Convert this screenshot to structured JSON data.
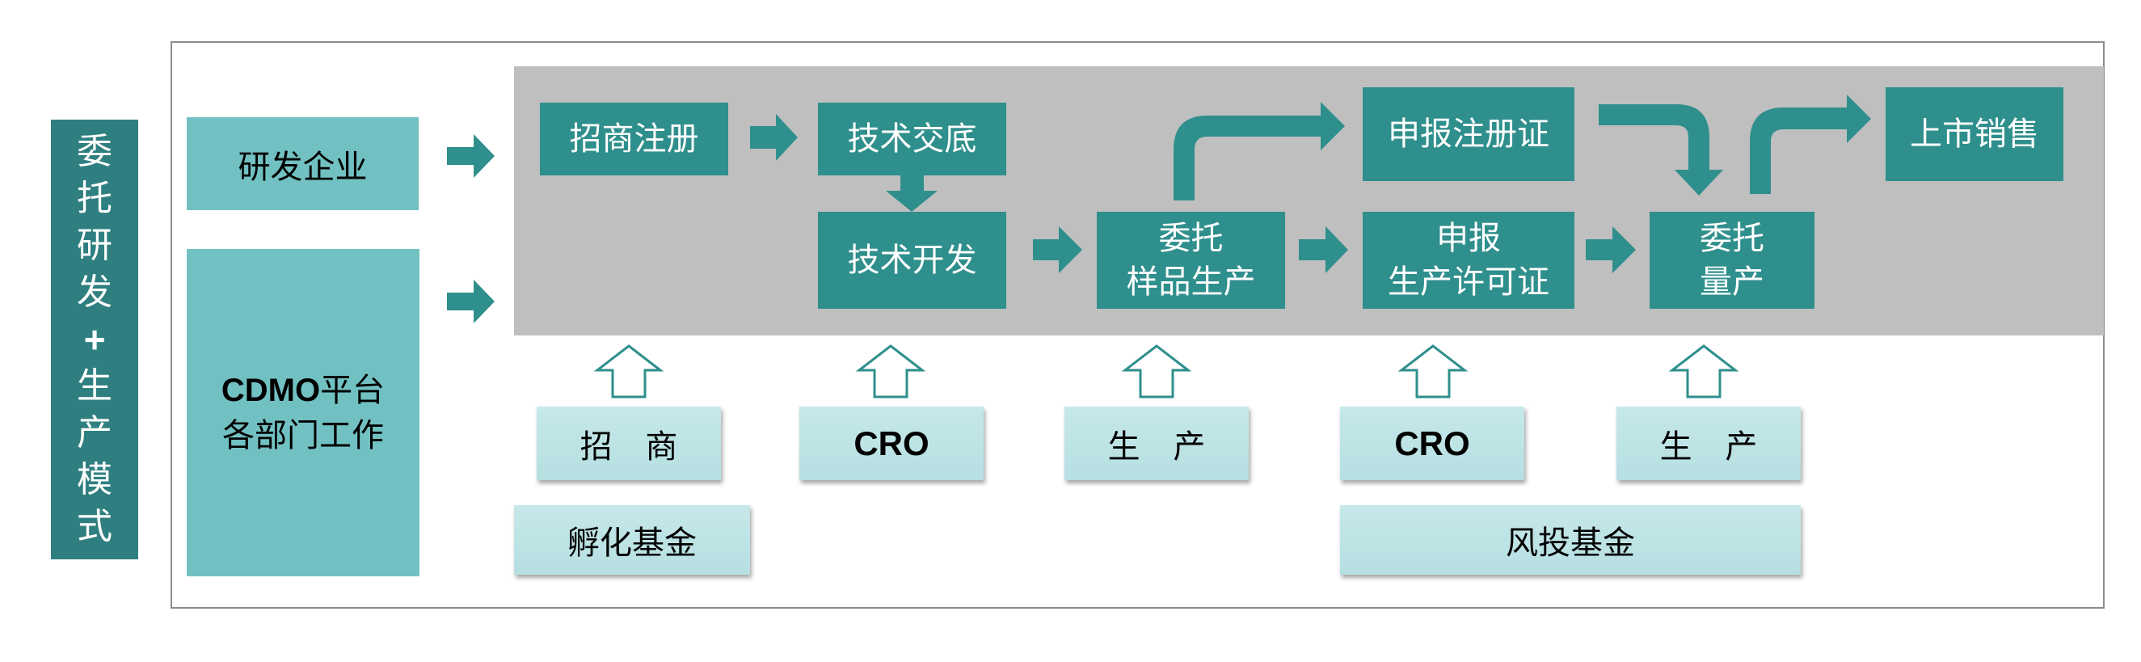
{
  "side_label": [
    "委",
    "托",
    "研",
    "发",
    "+",
    "生",
    "产",
    "模",
    "式"
  ],
  "left_boxes": {
    "rd_company": "研发企业",
    "cdmo_bold": "CDMO",
    "cdmo_rest": "平台",
    "cdmo_line2": "各部门工作"
  },
  "flow": {
    "invest_register": "招商注册",
    "tech_handover": "技术交底",
    "tech_develop": "技术开发",
    "sample_line1": "委托",
    "sample_line2": "样品生产",
    "apply_cert": "申报注册证",
    "apply_line1": "申报",
    "apply_line2": "生产许可证",
    "mass_line1": "委托",
    "mass_line2": "量产",
    "market_sales": "上市销售"
  },
  "support": {
    "s1": "招 商",
    "s2": "CRO",
    "s3": "生 产",
    "s4": "CRO",
    "s5": "生 产",
    "incubation_fund": "孵化基金",
    "venture_fund": "风投基金"
  },
  "colors": {
    "teal_dark": "#2f8f8c",
    "teal_side": "#2f7f80",
    "teal_light": "#72c1c2",
    "pale": "#c6e8ea",
    "gray_band": "#bfbfbf"
  }
}
